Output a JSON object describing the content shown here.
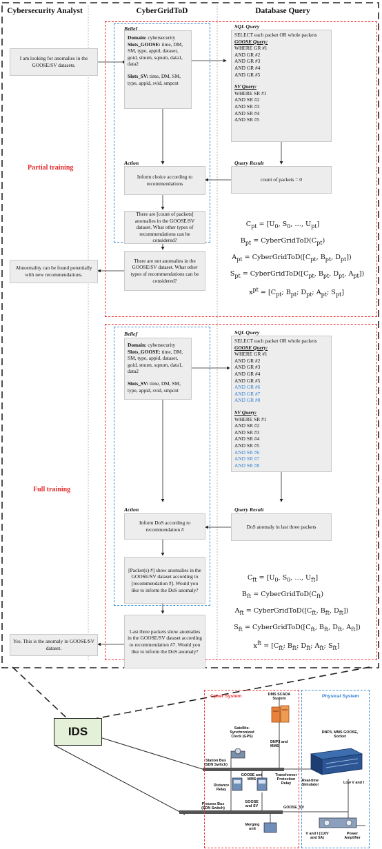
{
  "headers": {
    "analyst": "Cybersecurity Analyst",
    "tod": "CyberGridToD",
    "db": "Database Query"
  },
  "partial": {
    "label": "Partial training",
    "analyst_request": "I am looking for anomalies in the GOOSE/SV datasets.",
    "analyst_response": "Abnormality can be found potentially with new recommendations.",
    "belief_label": "Belief",
    "belief_domain_key": "Domain:",
    "belief_domain_val": "cybersecurity",
    "belief_goose_key": "Slots_GOOSE:",
    "belief_goose_val": "time, DM, SM, type, appid, dataset, goid, stnum, sqnum, data1, data2",
    "belief_sv_key": "Slots_SV:",
    "belief_sv_val": "time, DM, SM, type, appid, svid, smpcnt",
    "action_label": "Action",
    "action_text": "Inform choice according to recommendations",
    "inner_response": "There are [count of packets] anomalies in the GOOSE/SV dataset. What other types of recommendations can be considered?",
    "system_response": "There are not anomalies in the GOOSE/SV dataset. What other types of recommendations can be considered?",
    "sql_label": "SQL Query",
    "sql_select": "SELECT each packet OR whole packets",
    "goose_title": "GOOSE Query:",
    "goose_lines": [
      "WHERE GR #1",
      "AND GR #2",
      "AND GR #3",
      "AND GR #4",
      "AND GR #5"
    ],
    "sv_title": "SV Query:",
    "sv_lines": [
      "WHERE SR #1",
      "AND SR #2",
      "AND SR #3",
      "AND SR #4",
      "AND SR #5"
    ],
    "result_label": "Query Result",
    "result_text": "count of packets = 0",
    "eq1": "C_pt = [U_0, S_0, …, U_pt]",
    "eq2": "B_pt = CyberGridToD(C_pt)",
    "eq3": "A_pt = CyberGridToD([C_pt, B_pt, D_pt])",
    "eq4": "S_pt = CyberGridToD([C_pt, B_pt, D_pt, A_pt])",
    "eq5": "x^pt = [C_pt; B_pt; D_pt; A_pt; S_pt]"
  },
  "full": {
    "label": "Full training",
    "analyst_response": "Yes. This is the anomaly in GOOSE/SV dataset.",
    "belief_label": "Belief",
    "belief_domain_key": "Domain:",
    "belief_domain_val": "cybersecurity",
    "belief_goose_key": "Slots_GOOSE:",
    "belief_goose_val": "time, DM, SM, type, appid, dataset, goid, stnum, sqnum, data1, data2",
    "belief_sv_key": "Slots_SV:",
    "belief_sv_val": "time, DM, SM, type, appid, svid, smpcnt",
    "action_label": "Action",
    "action_text": "Inform DoS according to recommendation #",
    "inner_response": "[Packet(s) #] show anomalies in the GOOSE/SV dataset according to [recommendation #]. Would you like to inform the DoS anomaly?",
    "system_response": "Last three packets show anomalies in the GOOSE/SV dataset according to recommendation #7. Would you like to inform the DoS anomaly?",
    "sql_label": "SQL Query",
    "sql_select": "SELECT each packet OR whole packets",
    "goose_title": "GOOSE Query:",
    "goose_lines": [
      "WHERE GR #1",
      "AND GR #2",
      "AND GR #3",
      "AND GR #4",
      "AND GR #5"
    ],
    "goose_new": [
      "AND GR #6",
      "AND GR #7",
      "AND GR #8"
    ],
    "sv_title": "SV Query:",
    "sv_lines": [
      "WHERE SR #1",
      "AND SR #2",
      "AND SR #3",
      "AND SR #4",
      "AND SR #5"
    ],
    "sv_new": [
      "AND SR #6",
      "AND SR #7",
      "AND SR #8"
    ],
    "result_label": "Query Result",
    "result_text": "DoS anomaly in last three packets",
    "eq1": "C_ft = [U_0, S_0, …, U_ft]",
    "eq2": "B_ft = CyberGridToD(C_ft)",
    "eq3": "A_ft = CyberGridToD([C_ft, B_ft, D_ft])",
    "eq4": "S_ft = CyberGridToD([C_ft, B_ft, D_ft, A_ft])",
    "eq5": "x^ft = [C_ft; B_ft; D_ft; A_ft; S_ft]"
  },
  "ids": {
    "label": "IDS",
    "cyber_system": "Cyber System",
    "physical_system": "Physical System",
    "scada": "DMS SCADA System",
    "gps": "Satellite-Synchronized Clock (GPS)",
    "dnp3_mms": "DNP3 and MMS",
    "dnp3_mms_goose": "DNP3, MMS GOOSE, Socket",
    "station_bus": "Station Bus (SDN Switch)",
    "goose_mms": "GOOSE and MMS",
    "distance_relay": "Distance Relay",
    "transformer_relay": "Transformer Protection Relay",
    "rts": "Real-time Simulator",
    "low_vi": "Low V and I",
    "process_bus": "Process Bus (SDN Switch)",
    "goose_sv": "GOOSE and SV",
    "goose_sv2": "GOOSE_SV",
    "merging_unit": "Merging unit",
    "vi": "V and I (110V and 5A)",
    "power_amp": "Power Amplifier"
  }
}
